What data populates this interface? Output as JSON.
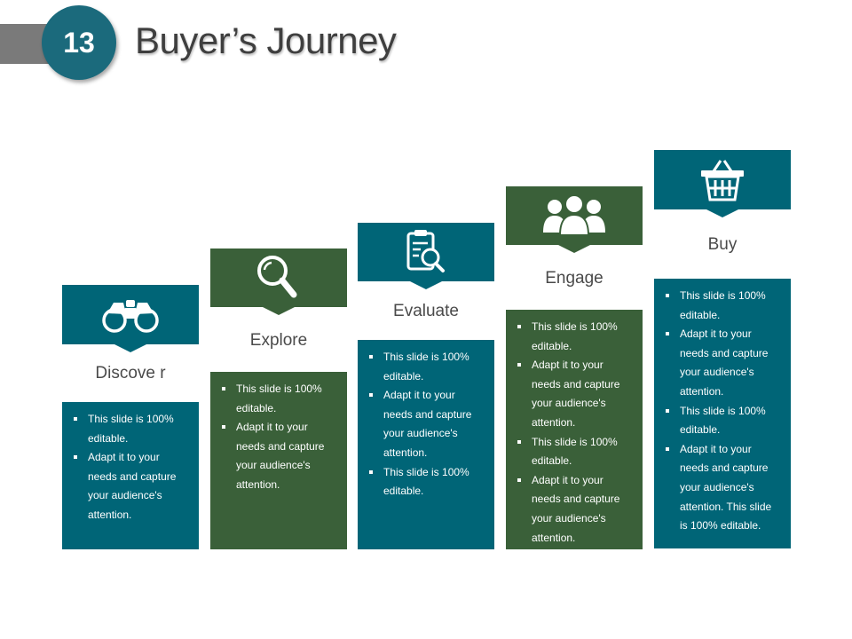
{
  "slide": {
    "number": "13",
    "title": "Buyer’s Journey"
  },
  "colors": {
    "teal": "#006577",
    "green": "#3a6039"
  },
  "stages": [
    {
      "label": "Discove r",
      "icon": "binoculars-icon",
      "color": "#006577",
      "bullets": [
        "This slide is 100% editable.",
        "Adapt it to your needs and capture your audience's attention."
      ]
    },
    {
      "label": "Explore",
      "icon": "magnifier-icon",
      "color": "#3a6039",
      "bullets": [
        "This slide is 100% editable.",
        "Adapt it to your needs and capture your audience's attention."
      ]
    },
    {
      "label": "Evaluate",
      "icon": "clipboard-search-icon",
      "color": "#006577",
      "bullets": [
        "This slide is 100% editable.",
        "Adapt it to your needs and capture your audience's attention.",
        "This slide is 100% editable."
      ]
    },
    {
      "label": "Engage",
      "icon": "people-group-icon",
      "color": "#3a6039",
      "bullets": [
        "This slide is 100% editable.",
        "Adapt it to your needs and capture your audience's attention.",
        "This slide is 100% editable.",
        "Adapt it to your needs and capture your audience's attention."
      ]
    },
    {
      "label": "Buy",
      "icon": "shopping-basket-icon",
      "color": "#006577",
      "bullets": [
        "This slide is 100% editable.",
        "Adapt it to your needs and capture your audience's attention.",
        "This slide is 100% editable.",
        "Adapt it to your needs and capture your audience's attention. This slide is 100% editable."
      ]
    }
  ]
}
